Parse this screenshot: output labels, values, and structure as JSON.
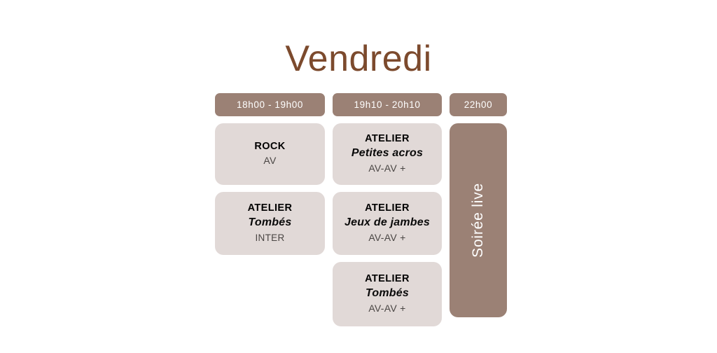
{
  "page": {
    "title": "Vendredi",
    "background_color": "#ffffff",
    "title_color": "#7c4a2d",
    "accent_color": "#9b8175",
    "card_color": "#e1d9d7"
  },
  "columns": [
    {
      "time_header": "18h00  -  19h00",
      "cards": [
        {
          "line1": "ROCK",
          "line2": "",
          "line3": "AV"
        },
        {
          "line1": "ATELIER",
          "line2": "Tombés",
          "line3": "INTER"
        }
      ]
    },
    {
      "time_header": "19h10  -  20h10",
      "cards": [
        {
          "line1": "ATELIER",
          "line2": "Petites acros",
          "line3": "AV-AV +"
        },
        {
          "line1": "ATELIER",
          "line2": "Jeux de jambes",
          "line3": "AV-AV +"
        },
        {
          "line1": "ATELIER",
          "line2": "Tombés",
          "line3": "AV-AV +"
        }
      ]
    },
    {
      "time_header": "22h00",
      "live_label": "Soirée live"
    }
  ]
}
